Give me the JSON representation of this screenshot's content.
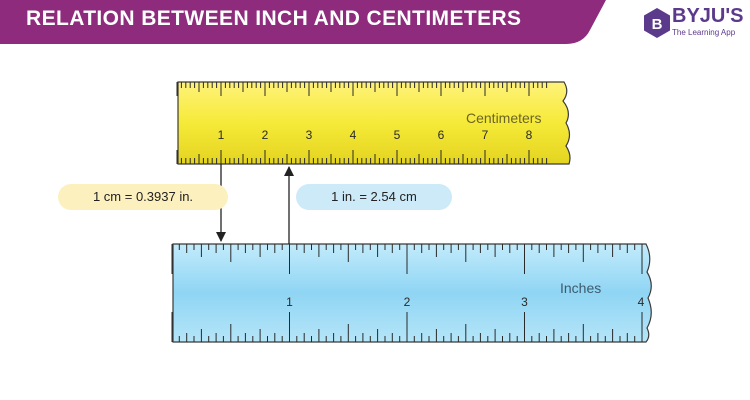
{
  "header": {
    "title": "RELATION BETWEEN INCH AND CENTIMETERS",
    "brand_name": "BYJU'S",
    "brand_tagline": "The Learning App",
    "accent_color": "#8e2b7c",
    "logo_icon": "byjus-logo-icon"
  },
  "cm_ruler": {
    "label": "Centimeters",
    "numbers": [
      "1",
      "2",
      "3",
      "4",
      "5",
      "6",
      "7",
      "8"
    ],
    "color": "#f6ea38"
  },
  "inch_ruler": {
    "label": "Inches",
    "numbers": [
      "1",
      "2",
      "3",
      "4"
    ],
    "color": "#8fd5f4"
  },
  "conversions": {
    "cm_to_inch": "1 cm = 0.3937 in.",
    "inch_to_cm": "1 in. = 2.54 cm"
  }
}
